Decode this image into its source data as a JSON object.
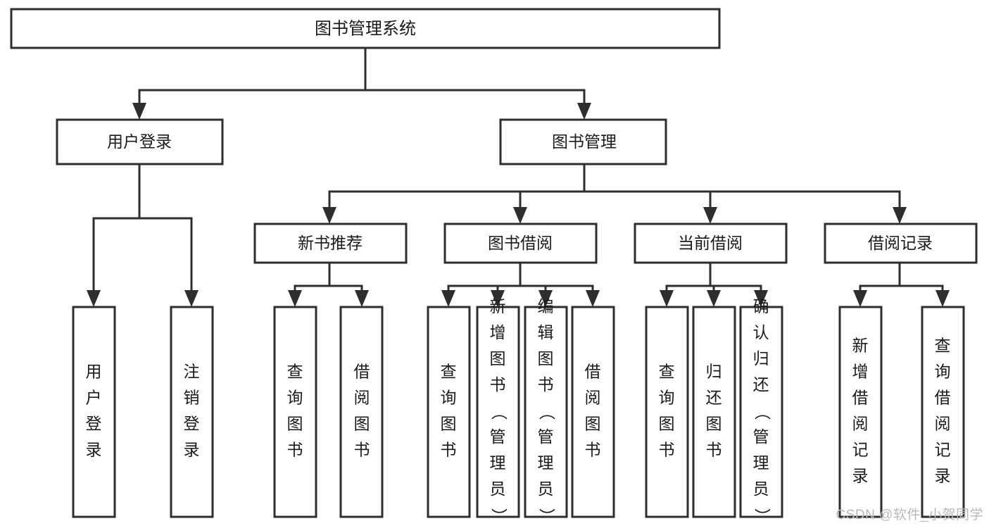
{
  "diagram": {
    "type": "tree-hierarchy",
    "title": "图书管理系统",
    "watermark": "CSDN @软件_小贺同学",
    "colors": {
      "stroke": "#2e2e2e",
      "fill": "#ffffff",
      "text": "#1a1a1a",
      "watermark": "#b9b9b9"
    },
    "levels": {
      "level0": {
        "label": "图书管理系统",
        "orientation": "horizontal"
      },
      "level1": [
        {
          "label": "用户登录",
          "orientation": "horizontal"
        },
        {
          "label": "图书管理",
          "orientation": "horizontal"
        }
      ],
      "level2": [
        {
          "label": "新书推荐",
          "orientation": "horizontal",
          "parent": "图书管理"
        },
        {
          "label": "图书借阅",
          "orientation": "horizontal",
          "parent": "图书管理"
        },
        {
          "label": "当前借阅",
          "orientation": "horizontal",
          "parent": "图书管理"
        },
        {
          "label": "借阅记录",
          "orientation": "horizontal",
          "parent": "图书管理"
        }
      ],
      "level3": [
        {
          "label": "用户登录",
          "orientation": "vertical",
          "parent": "用户登录"
        },
        {
          "label": "注销登录",
          "orientation": "vertical",
          "parent": "用户登录"
        },
        {
          "label": "查询图书",
          "orientation": "vertical",
          "parent": "新书推荐"
        },
        {
          "label": "借阅图书",
          "orientation": "vertical",
          "parent": "新书推荐"
        },
        {
          "label": "查询图书",
          "orientation": "vertical",
          "parent": "图书借阅"
        },
        {
          "label": "新增图书（管理员）",
          "orientation": "vertical",
          "parent": "图书借阅"
        },
        {
          "label": "编辑图书（管理员）",
          "orientation": "vertical",
          "parent": "图书借阅"
        },
        {
          "label": "借阅图书",
          "orientation": "vertical",
          "parent": "图书借阅"
        },
        {
          "label": "查询图书",
          "orientation": "vertical",
          "parent": "当前借阅"
        },
        {
          "label": "归还图书",
          "orientation": "vertical",
          "parent": "当前借阅"
        },
        {
          "label": "确认归还（管理员）",
          "orientation": "vertical",
          "parent": "当前借阅"
        },
        {
          "label": "新增借阅记录",
          "orientation": "vertical",
          "parent": "借阅记录"
        },
        {
          "label": "查询借阅记录",
          "orientation": "vertical",
          "parent": "借阅记录"
        }
      ]
    }
  }
}
